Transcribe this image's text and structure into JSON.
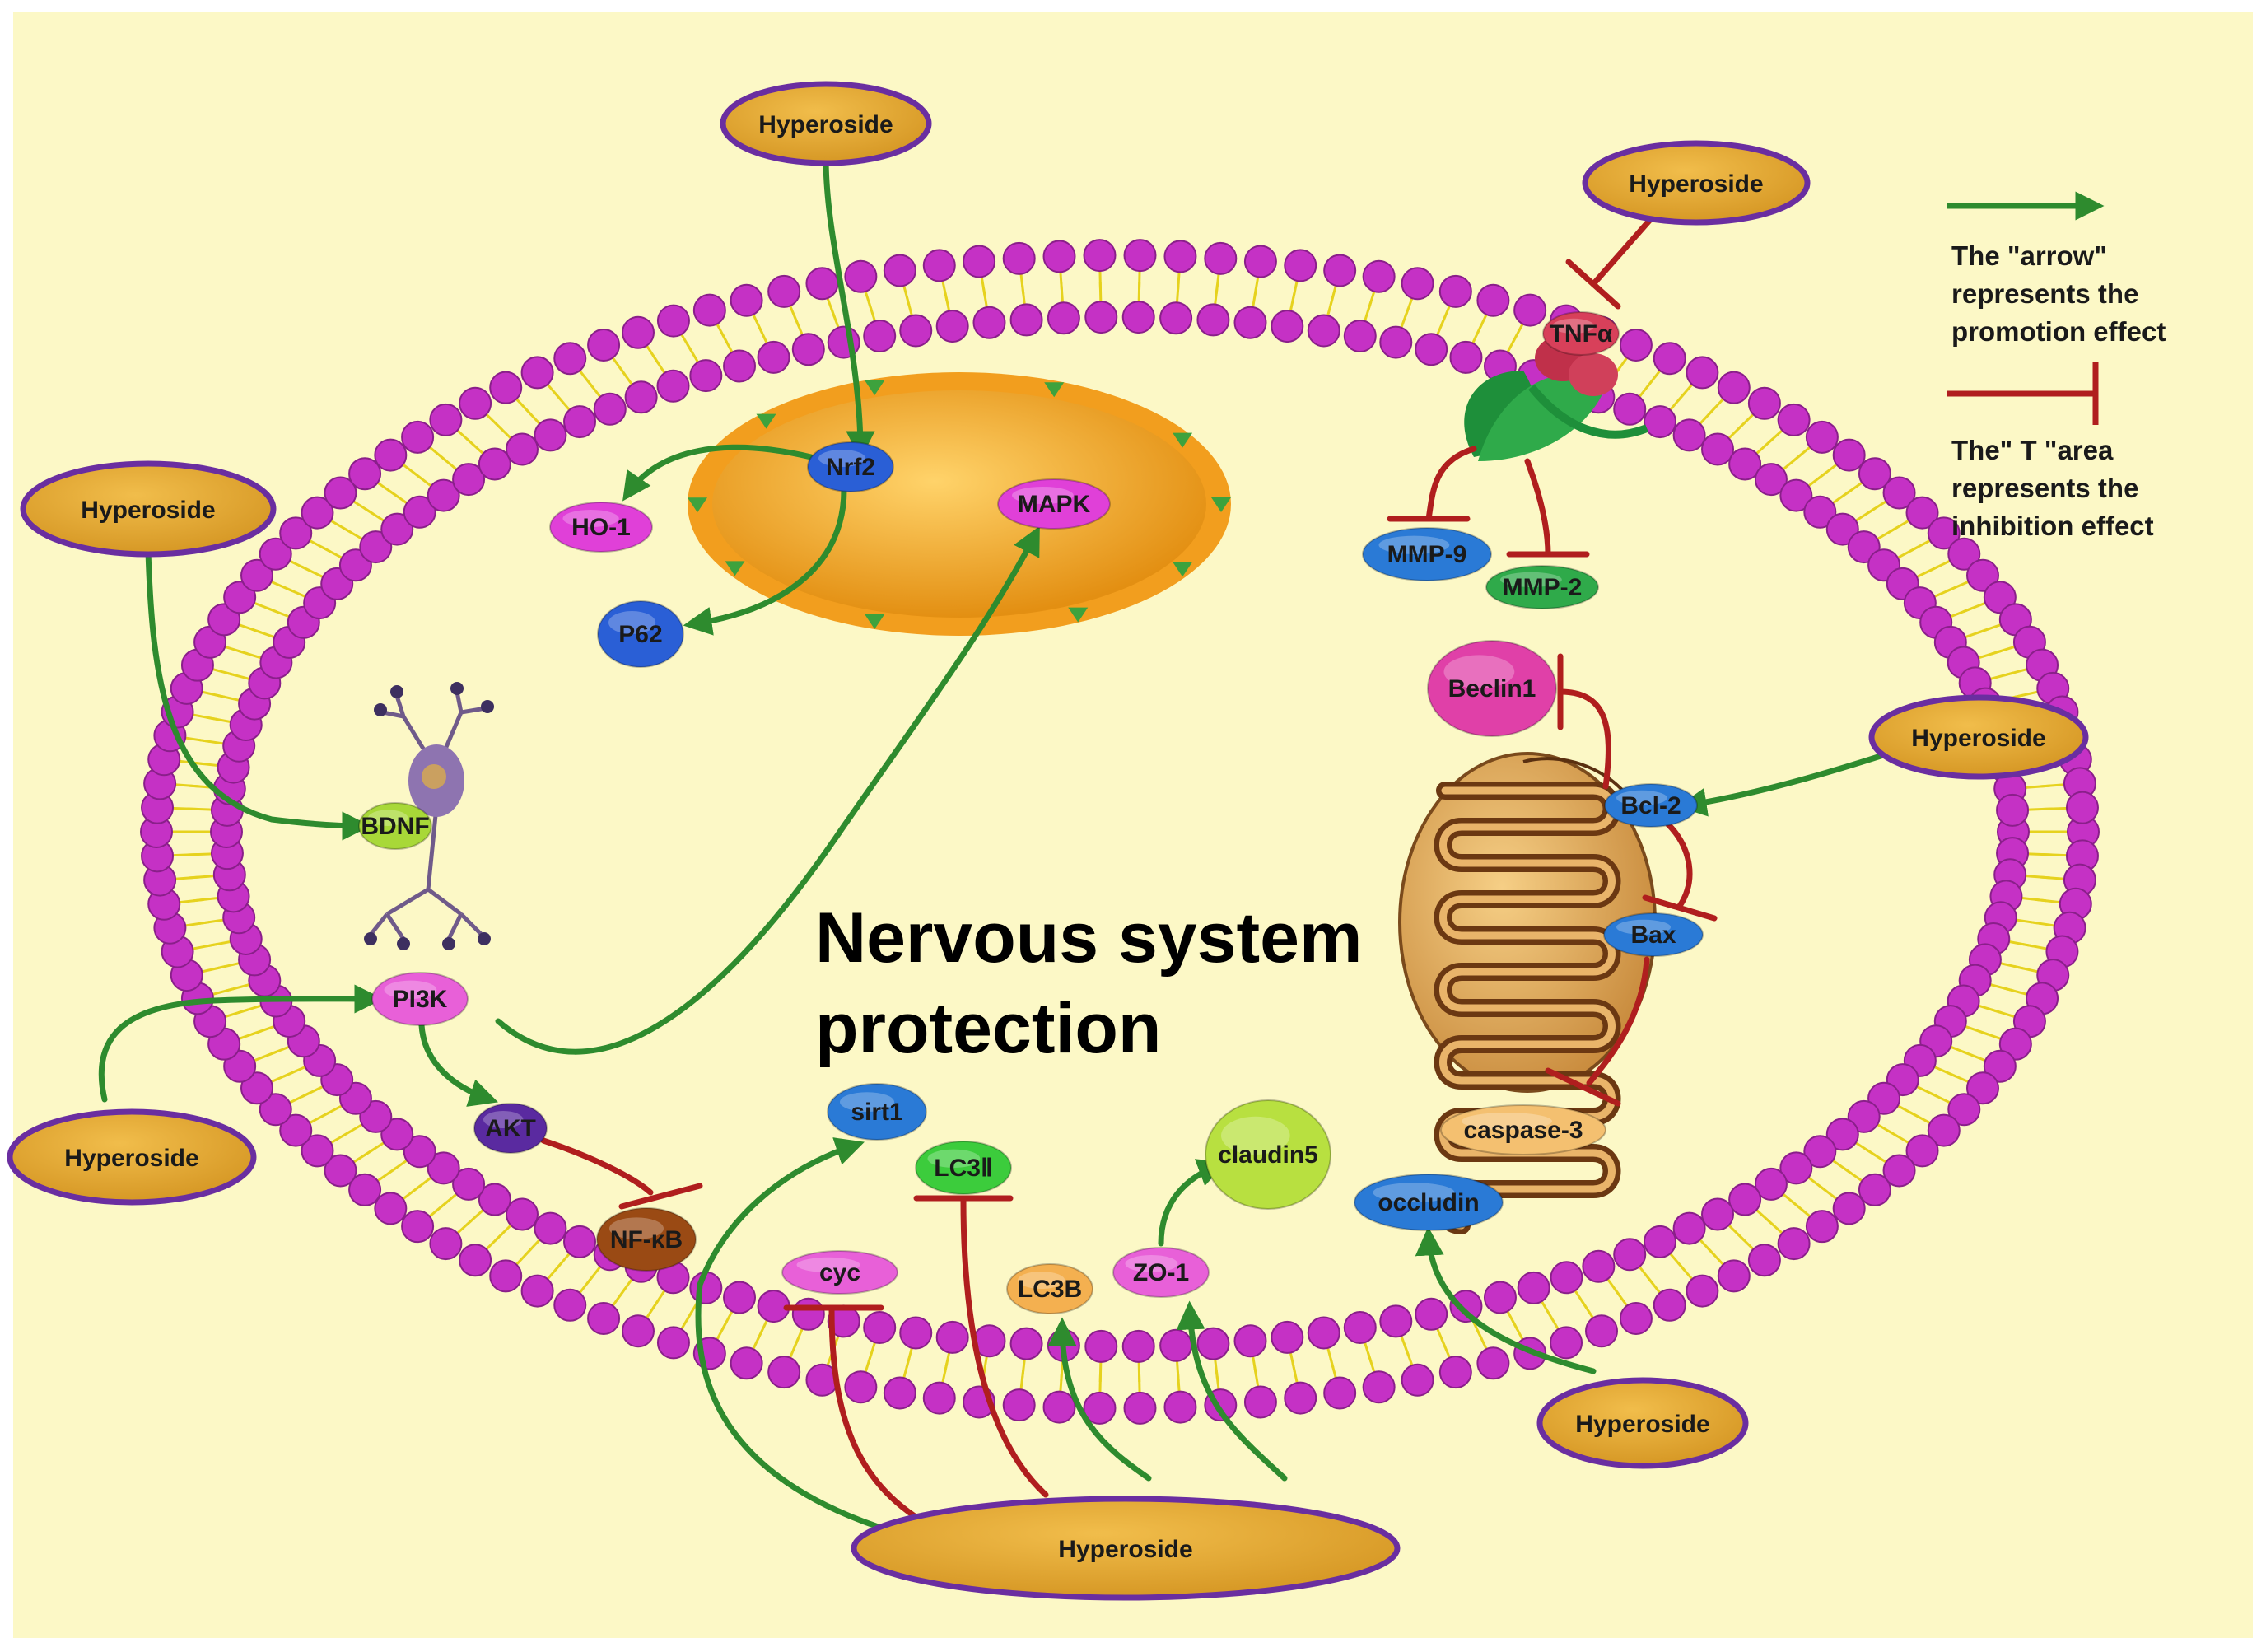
{
  "colors": {
    "background": "#fcf8c6",
    "promotion_arrow": "#2e8b2e",
    "inhibition_line": "#b01e1e",
    "membrane_bead": "#c531c5",
    "membrane_tail": "#f0e030",
    "hyperoside_fill": "#e1a52a",
    "hyperoside_border": "#6a2ea0",
    "nucleus": "#f4a72a"
  },
  "title": {
    "line1": "Nervous system",
    "line2": "protection"
  },
  "hyperoside_label": "Hyperoside",
  "legend": {
    "arrow_text": [
      "The \"arrow\"",
      "represents the",
      "promotion effect"
    ],
    "inhibit_text": [
      "The\" T \"area",
      "represents the",
      "inhibition effect"
    ]
  },
  "nodes": {
    "nrf2": "Nrf2",
    "ho1": "HO-1",
    "p62": "P62",
    "mapk": "MAPK",
    "tnfa": "TNFα",
    "mmp9": "MMP-9",
    "mmp2": "MMP-2",
    "beclin1": "Beclin1",
    "bcl2": "Bcl-2",
    "bax": "Bax",
    "caspase3": "caspase-3",
    "bdnf": "BDNF",
    "pi3k": "PI3K",
    "akt": "AKT",
    "nfkb": "NF-κB",
    "sirt1": "sirt1",
    "lc3ii": "LC3Ⅱ",
    "cyc": "cyc",
    "lc3b": "LC3B",
    "zo1": "ZO-1",
    "claudin5": "claudin5",
    "occludin": "occludin"
  }
}
